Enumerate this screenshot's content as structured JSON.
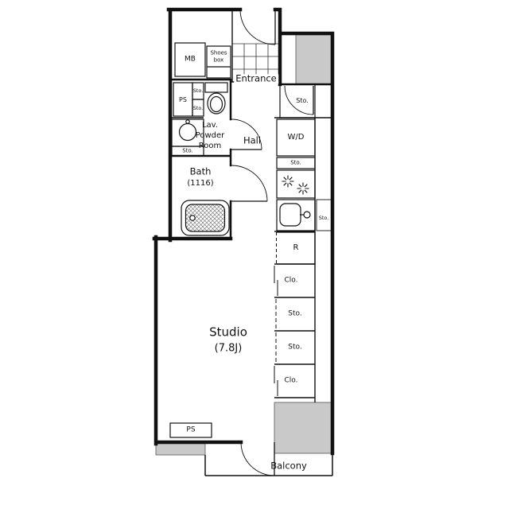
{
  "floor_plan": {
    "unit": {
      "studio_name": "Studio",
      "studio_size": "(7.8J)",
      "entrance": "Entrance",
      "hall": "Hall",
      "lav_line1": "Lav.",
      "lav_line2": "Powder",
      "lav_line3": "Room",
      "bath_name": "Bath",
      "bath_size": "(1116)",
      "balcony": "Balcony"
    },
    "equipment": {
      "meter_box": "MB",
      "shoes_box_line1": "Shoes",
      "shoes_box_line2": "box",
      "pipe_shaft_top": "PS",
      "pipe_shaft_bottom": "PS",
      "washer_dryer": "W/D",
      "refrigerator": "R"
    },
    "storage": {
      "entrance_storage": "Sto.",
      "toilet_storage_upper": "Sto.",
      "toilet_storage_lower": "Sto.",
      "vanity_storage": "Sto.",
      "laundry_storage": "Sto.",
      "kitchen_side_storage": "Sto.",
      "closet_top": "Clo.",
      "hall_storage_1": "Sto.",
      "hall_storage_2": "Sto.",
      "closet_bottom": "Clo."
    },
    "colors": {
      "wall": "#111111",
      "pillar": "#c9c9c9",
      "background": "#ffffff"
    }
  }
}
